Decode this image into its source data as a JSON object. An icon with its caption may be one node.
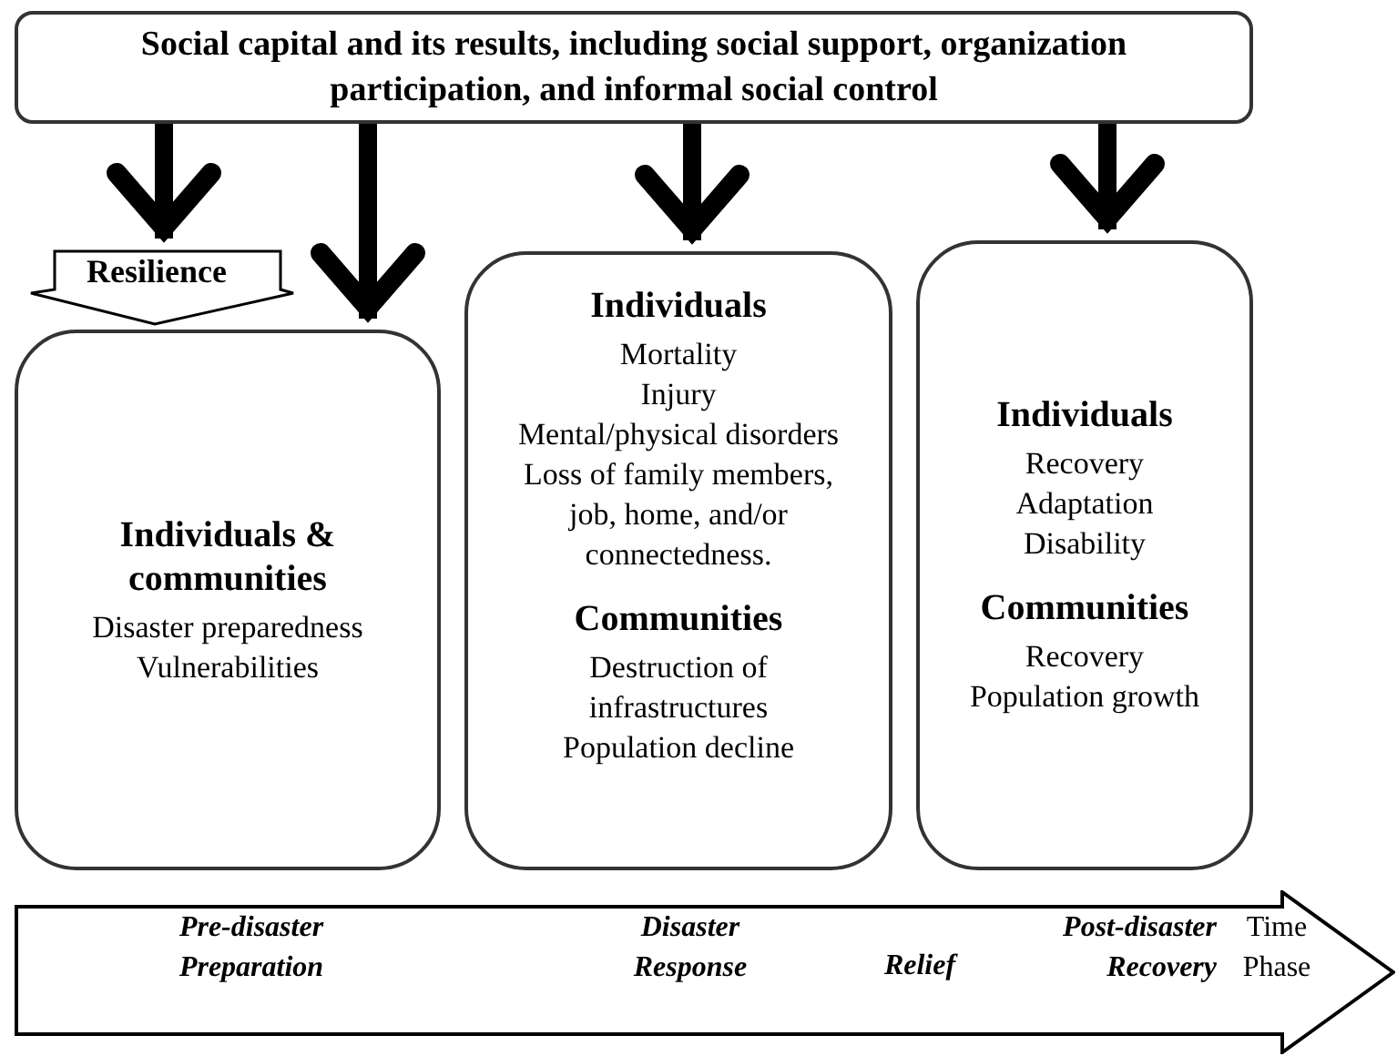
{
  "diagram": {
    "nodes": [
      {
        "text": [
          "Social capital and its results, including social support, organization participation, and informal social control"
        ]
      },
      {
        "text": [
          "Resilience"
        ]
      },
      {
        "text": [
          "Individuals & communities",
          "Disaster preparedness",
          "Vulnerabilities"
        ]
      },
      {
        "text": [
          "Individuals",
          "Mortality",
          "Injury",
          "Mental/physical disorders",
          "Loss of family members, job, home, and/or connectedness.",
          "Communities",
          "Destruction of infrastructures",
          "Population decline"
        ]
      },
      {
        "text": [
          "Individuals",
          "Recovery",
          "Adaptation",
          "Disability",
          "Communities",
          "Recovery",
          "Population growth"
        ]
      },
      {
        "text": [
          "Pre-disaster Preparation",
          "Disaster Response",
          "Relief",
          "Post-disaster Recovery",
          "Time Phase"
        ]
      }
    ],
    "edges": [
      {
        "from": 0,
        "to": 1,
        "arrow": "to"
      },
      {
        "from": 0,
        "to": 2,
        "arrow": "to"
      },
      {
        "from": 0,
        "to": 3,
        "arrow": "to"
      },
      {
        "from": 0,
        "to": 4,
        "arrow": "to"
      }
    ]
  }
}
